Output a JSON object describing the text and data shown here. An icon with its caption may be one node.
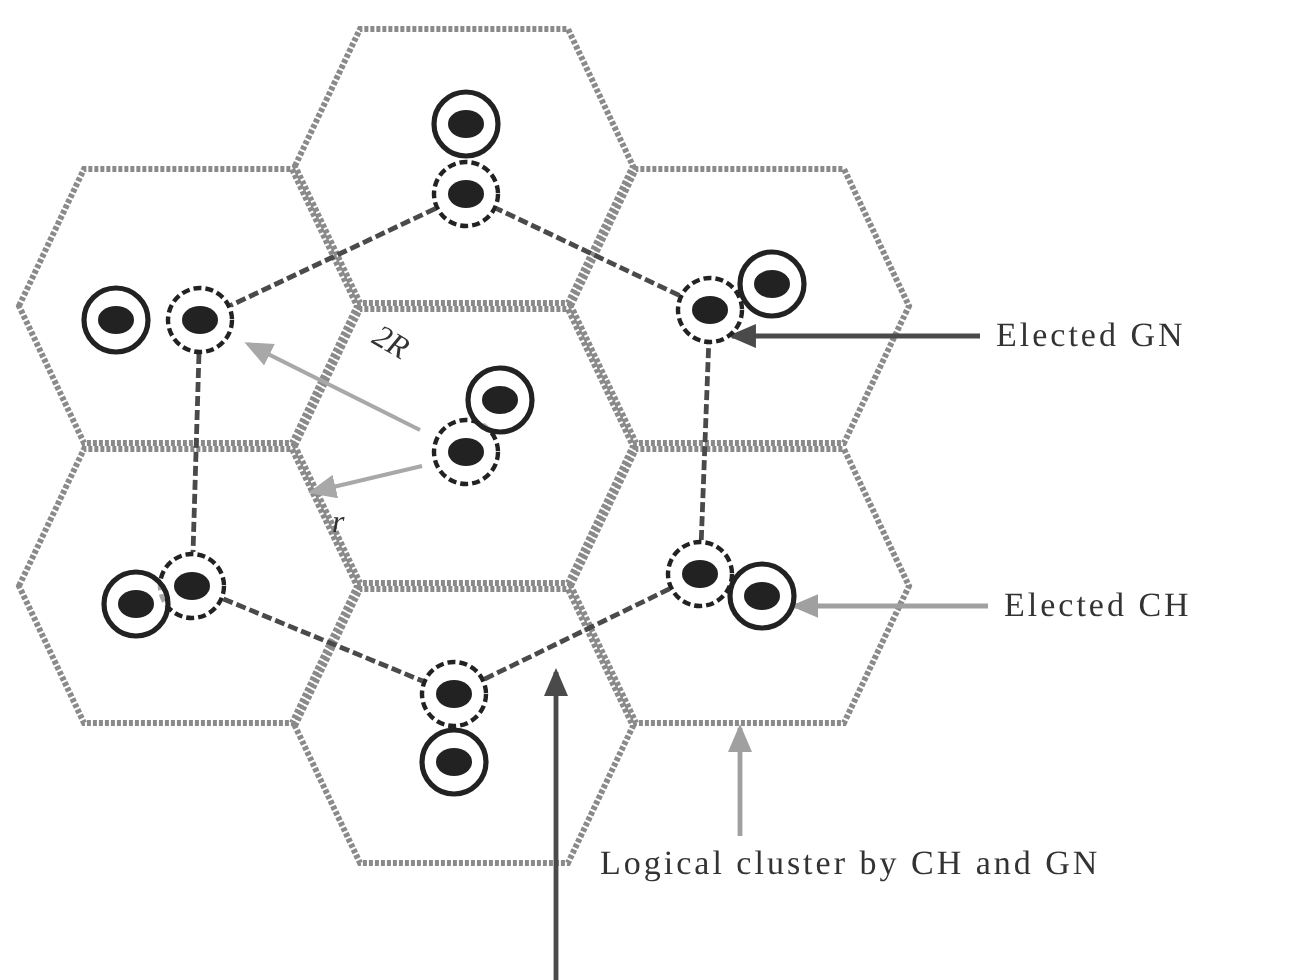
{
  "diagram": {
    "nodes": [
      {
        "text": [],
        "shape": "hexagon"
      },
      {
        "text": [],
        "shape": "hexagon"
      },
      {
        "text": [],
        "shape": "hexagon"
      },
      {
        "text": [],
        "shape": "hexagon"
      },
      {
        "text": [],
        "shape": "hexagon"
      },
      {
        "text": [],
        "shape": "hexagon"
      },
      {
        "text": [],
        "shape": "hexagon"
      },
      {
        "text": [],
        "shape": "circle",
        "in": 0
      },
      {
        "text": [],
        "shape": "circle",
        "in": 0
      },
      {
        "text": [],
        "shape": "circle",
        "in": 1
      },
      {
        "text": [],
        "shape": "circle",
        "in": 1
      },
      {
        "text": [],
        "shape": "circle",
        "in": 2
      },
      {
        "text": [],
        "shape": "circle",
        "in": 2
      },
      {
        "text": [],
        "shape": "circle",
        "in": 3
      },
      {
        "text": [],
        "shape": "circle",
        "in": 3
      },
      {
        "text": [],
        "shape": "circle",
        "in": 4
      },
      {
        "text": [],
        "shape": "circle",
        "in": 4
      },
      {
        "text": [],
        "shape": "circle",
        "in": 5
      },
      {
        "text": [],
        "shape": "circle",
        "in": 5
      },
      {
        "text": [],
        "shape": "circle",
        "in": 6
      },
      {
        "text": [],
        "shape": "circle",
        "in": 6
      },
      {
        "text": [
          "Elected GN"
        ]
      },
      {
        "text": [
          "Elected CH"
        ]
      },
      {
        "text": [
          "Logical cluster by CH and GN"
        ]
      }
    ],
    "edges": [
      {
        "from": 8,
        "to": 10,
        "arrow": "none",
        "style": "dashed"
      },
      {
        "from": 10,
        "to": 16,
        "arrow": "none",
        "style": "dashed"
      },
      {
        "from": 16,
        "to": 19,
        "arrow": "none",
        "style": "dashed"
      },
      {
        "from": 19,
        "to": 17,
        "arrow": "none",
        "style": "dashed"
      },
      {
        "from": 17,
        "to": 11,
        "arrow": "none",
        "style": "dashed"
      },
      {
        "from": 11,
        "to": 8,
        "arrow": "none",
        "style": "dashed"
      },
      {
        "from": 21,
        "to": 11,
        "arrow": "to"
      },
      {
        "from": 22,
        "to": 18,
        "arrow": "to",
        "color": "#a0a0a0"
      },
      {
        "from": 23,
        "to": 5,
        "arrow": "to",
        "color": "#a0a0a0"
      },
      {
        "from": null,
        "to": 6,
        "arrow": "to"
      }
    ],
    "labels": [
      "2R",
      "r"
    ]
  }
}
